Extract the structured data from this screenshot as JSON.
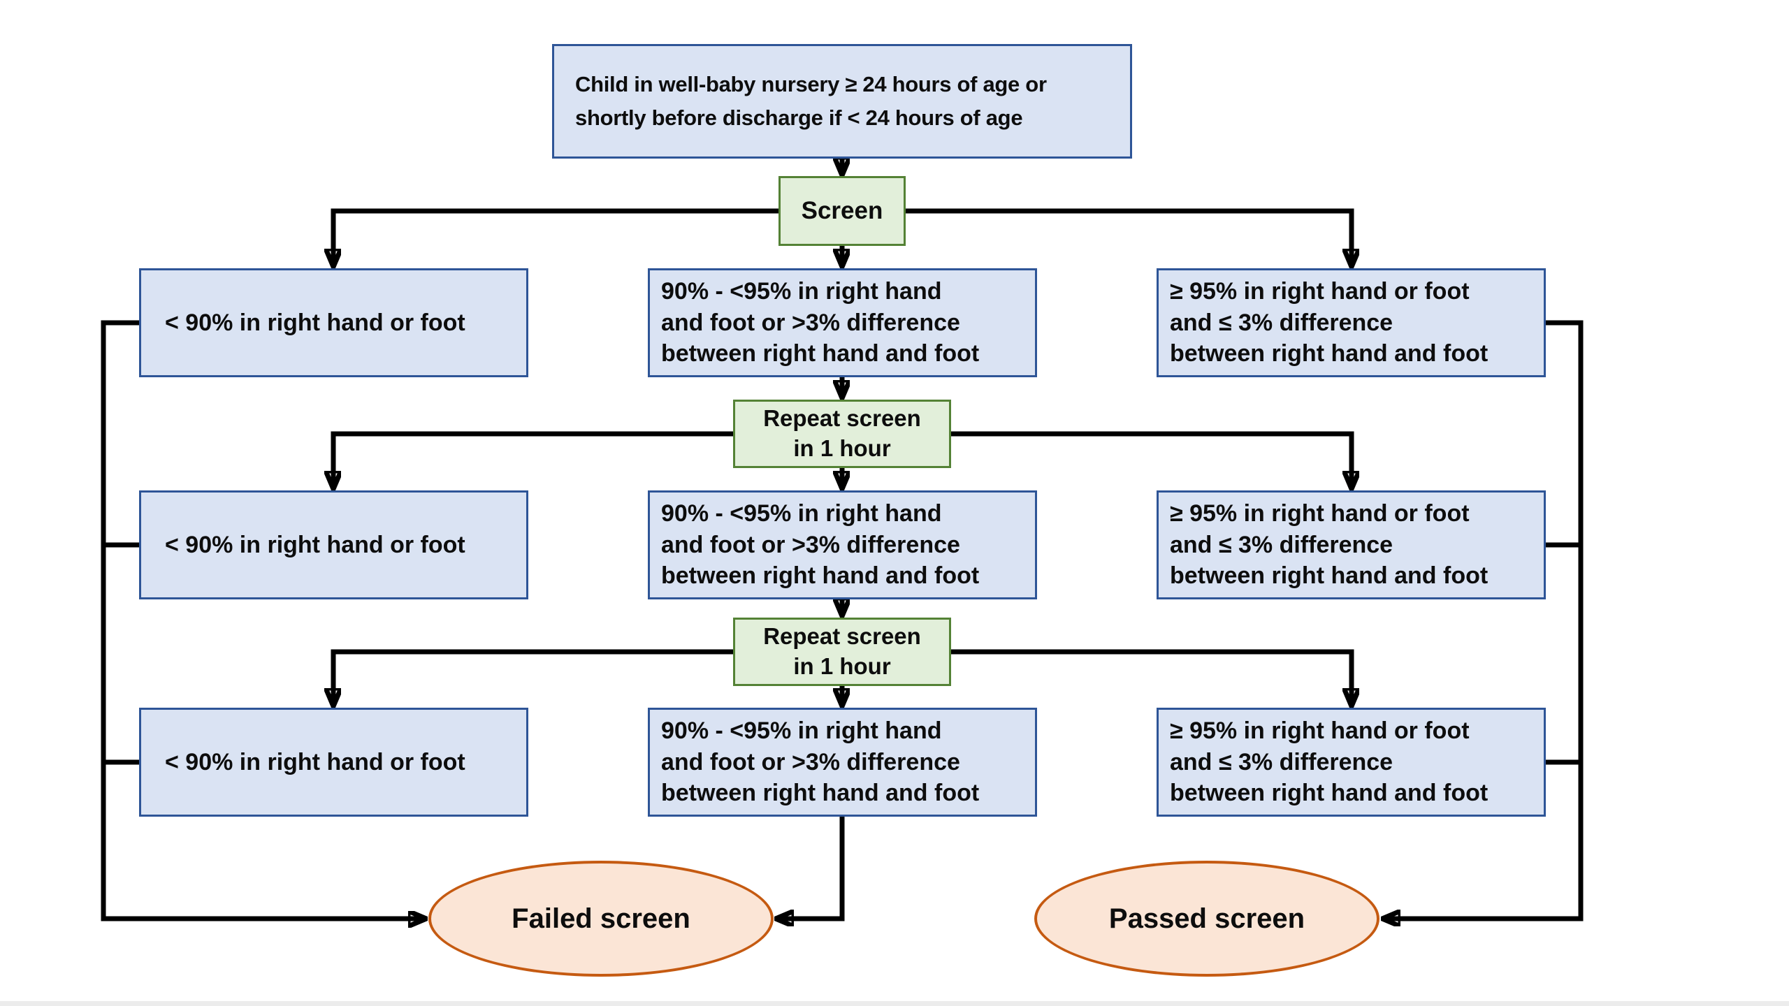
{
  "diagram": {
    "subject": "Newborn pulse-oximetry screening flowchart",
    "colors": {
      "blue_fill": "#dae3f3",
      "blue_border": "#2e5597",
      "green_fill": "#e2efda",
      "green_border": "#548235",
      "peach_fill": "#fbe5d6",
      "peach_border": "#c55a11",
      "arrow": "#000000",
      "background": "#ffffff",
      "bottom_bar": "#ececec"
    },
    "nodes": {
      "start": "Child in well-baby nursery ≥ 24 hours of age or\nshortly before discharge if < 24 hours of age",
      "screen": "Screen",
      "repeat1": "Repeat screen\nin 1 hour",
      "repeat2": "Repeat screen\nin 1 hour",
      "rows": [
        {
          "low": "< 90% in right hand or foot",
          "mid": "90% - <95% in right hand\nand foot or >3% difference\nbetween right hand and foot",
          "high": "≥ 95% in right hand or foot\nand ≤ 3% difference\nbetween right hand and foot"
        },
        {
          "low": "< 90% in right hand or foot",
          "mid": "90% - <95% in right hand\nand foot or >3% difference\nbetween right hand and foot",
          "high": "≥ 95% in right hand or foot\nand ≤ 3% difference\nbetween right hand and foot"
        },
        {
          "low": "< 90% in right hand or foot",
          "mid": "90% - <95% in right hand\nand foot or >3% difference\nbetween right hand and foot",
          "high": "≥ 95% in right hand or foot\nand ≤ 3% difference\nbetween right hand and foot"
        }
      ],
      "failed": "Failed screen",
      "passed": "Passed screen"
    }
  }
}
